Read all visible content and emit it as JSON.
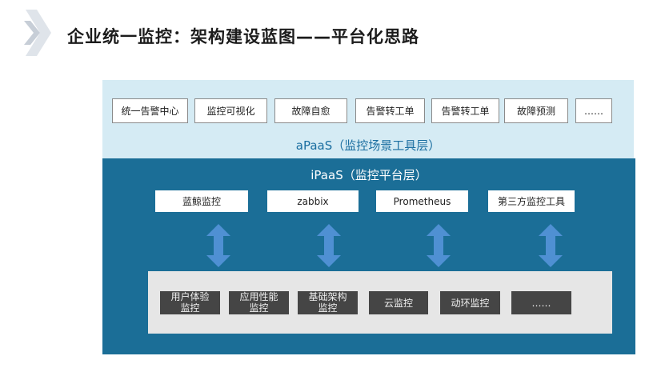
{
  "title": "企业统一监控：架构建设蓝图——平台化思路",
  "apaas": {
    "items": [
      "统一告警中心",
      "监控可视化",
      "故障自愈",
      "告警转工单",
      "告警转工单",
      "故障预测",
      "……"
    ],
    "label": "aPaaS（监控场景工具层）"
  },
  "ipaas": {
    "label": "iPaaS（监控平台层）",
    "tools": [
      "蓝鲸监控",
      "zabbix",
      "Prometheus",
      "第三方监控工具"
    ],
    "infra": [
      "用户体验\n监控",
      "应用性能\n监控",
      "基础架构\n监控",
      "云监控",
      "动环监控",
      "……"
    ]
  },
  "colors": {
    "apaas_bg": "#d5ebf4",
    "ipaas_bg": "#1b6e97",
    "arrow": "#4f90d3",
    "infra_item": "#454545"
  },
  "icons": {
    "logo": "chevron-logo-icon",
    "arrow": "double-arrow-icon"
  }
}
